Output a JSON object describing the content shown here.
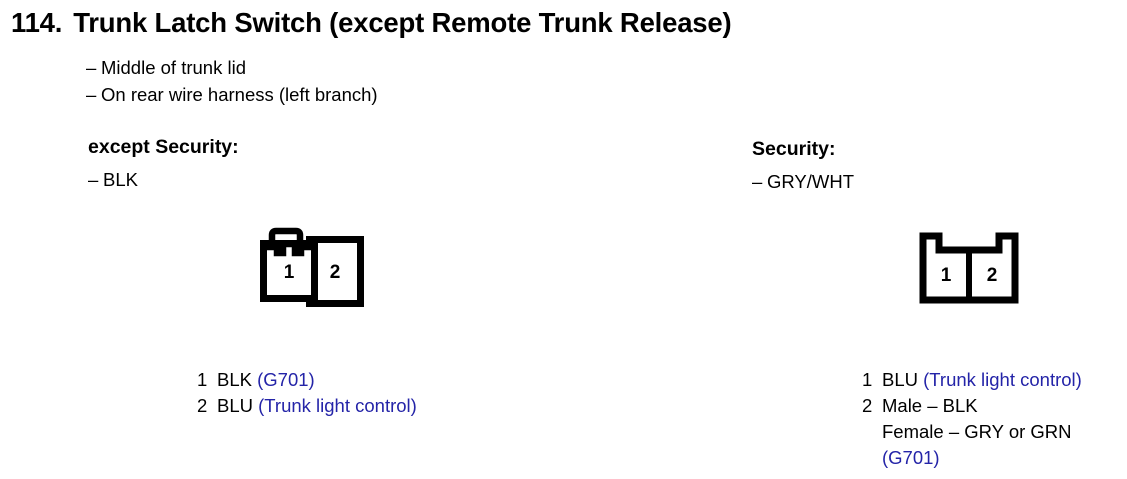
{
  "header": {
    "number": "114.",
    "title": "Trunk Latch Switch (except Remote Trunk Release)",
    "bullets": [
      "Middle of trunk lid",
      "On rear wire harness (left branch)"
    ],
    "dash": "–"
  },
  "columns": {
    "left": {
      "heading": "except Security:",
      "wire": "BLK",
      "connector": {
        "type": "two-cavity-latched-connector",
        "pins": [
          "1",
          "2"
        ]
      },
      "legend": [
        {
          "pin": "1",
          "code": "BLK",
          "note": "(G701)"
        },
        {
          "pin": "2",
          "code": "BLU",
          "note": "(Trunk light control)"
        }
      ]
    },
    "right": {
      "heading": "Security:",
      "wire": "GRY/WHT",
      "connector": {
        "type": "two-cavity-notched-connector",
        "pins": [
          "1",
          "2"
        ]
      },
      "legend": [
        {
          "pin": "1",
          "code": "BLU",
          "note": "(Trunk light control)"
        },
        {
          "pin": "2",
          "code": "Male – BLK",
          "note": ""
        },
        {
          "pin": "",
          "code": "Female – GRY or GRN",
          "note": ""
        },
        {
          "pin": "",
          "code": "",
          "note": "(G701)"
        }
      ]
    }
  },
  "colors": {
    "annotation_blue": "#2424a8",
    "ink": "#000000",
    "background": "#ffffff"
  }
}
